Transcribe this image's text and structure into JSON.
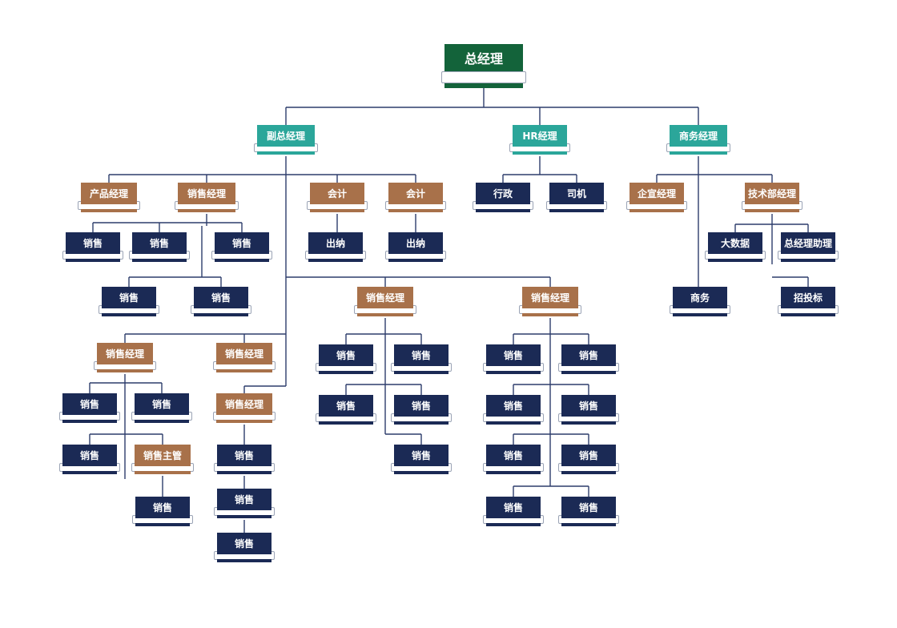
{
  "colors": {
    "navy": "#1b2a55",
    "brown": "#a8714a",
    "teal": "#2ba69a",
    "green": "#13633a",
    "line": "#2d3d6b"
  },
  "nodes": {
    "ceo": "总经理",
    "vp": "副总经理",
    "hr": "HR经理",
    "biz": "商务经理",
    "product_mgr": "产品经理",
    "sales_mgr_a": "销售经理",
    "accountant_1": "会计",
    "accountant_2": "会计",
    "admin": "行政",
    "driver": "司机",
    "pr_mgr": "企宣经理",
    "tech_mgr": "技术部经理",
    "sales_a1": "销售",
    "sales_a2": "销售",
    "sales_a3": "销售",
    "sales_a4": "销售",
    "sales_a5": "销售",
    "cashier_1": "出纳",
    "cashier_2": "出纳",
    "big_data": "大数据",
    "gm_assistant": "总经理助理",
    "commerce": "商务",
    "bidding": "招投标",
    "sales_mgr_b": "销售经理",
    "sales_mgr_c": "销售经理",
    "sales_mgr_d": "销售经理",
    "sales_mgr_e": "销售经理",
    "sales_mgr_f": "销售经理",
    "sales_d1": "销售",
    "sales_d2": "销售",
    "sales_d3": "销售",
    "sales_supervisor": "销售主管",
    "sales_d4": "销售",
    "sales_f1": "销售",
    "sales_f2": "销售",
    "sales_f3": "销售",
    "sales_b1": "销售",
    "sales_b2": "销售",
    "sales_b3": "销售",
    "sales_b4": "销售",
    "sales_b5": "销售",
    "sales_c1": "销售",
    "sales_c2": "销售",
    "sales_c3": "销售",
    "sales_c4": "销售",
    "sales_c5": "销售",
    "sales_c6": "销售",
    "sales_c7": "销售",
    "sales_c8": "销售"
  }
}
